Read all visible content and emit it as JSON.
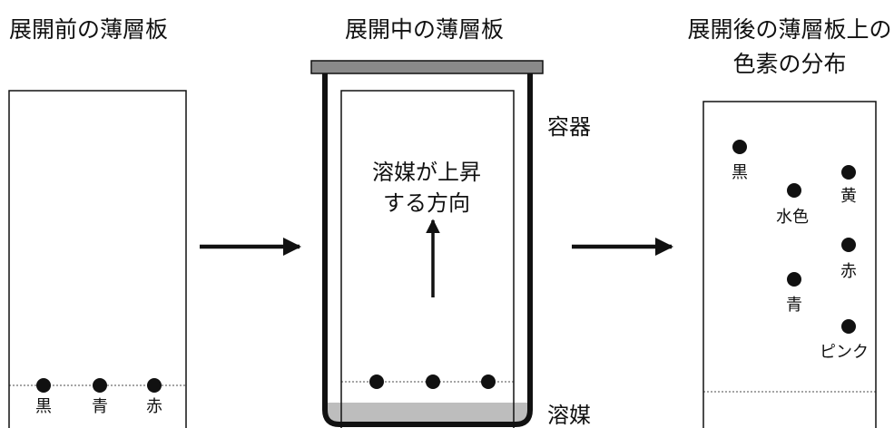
{
  "panels": {
    "before": {
      "title": "展開前の薄層板",
      "spots": [
        "黒",
        "青",
        "赤"
      ]
    },
    "during": {
      "title": "展開中の薄層板",
      "container_label": "容器",
      "solvent_label": "溶媒",
      "direction_label_line1": "溶媒が上昇",
      "direction_label_line2": "する方向"
    },
    "after": {
      "title_line1": "展開後の薄層板上の",
      "title_line2": "色素の分布",
      "pigments": [
        {
          "name": "黒",
          "rf": 0.86
        },
        {
          "name": "黄",
          "rf": 0.77
        },
        {
          "name": "水色",
          "rf": 0.73
        },
        {
          "name": "赤",
          "rf": 0.52
        },
        {
          "name": "青",
          "rf": 0.4
        },
        {
          "name": "ピンク",
          "rf": 0.22
        }
      ]
    }
  },
  "colors": {
    "ink": "#111111",
    "solvent": "#bdbdbd",
    "lid": "#8a8a8a"
  }
}
